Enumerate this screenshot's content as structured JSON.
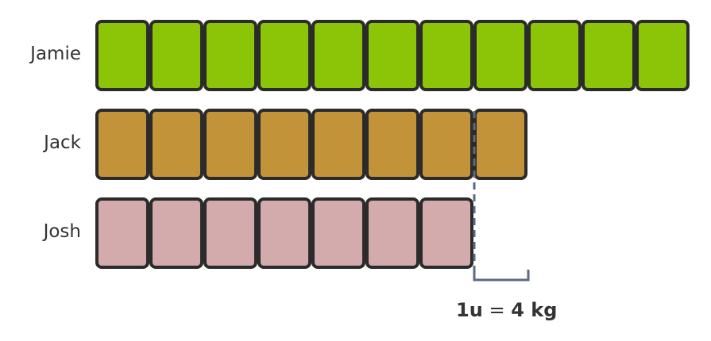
{
  "rows": [
    {
      "name": "Jamie",
      "units": 11,
      "color": "#8cc507"
    },
    {
      "name": "Jack",
      "units": 8,
      "color": "#c29339"
    },
    {
      "name": "Josh",
      "units": 7,
      "color": "#d3abad"
    }
  ],
  "difference_units": 1,
  "caption": {
    "unit": "1u",
    "equals": "=",
    "value": "4 kg"
  },
  "colors": {
    "outline": "#2b2b2b",
    "marker": "#5a6a84",
    "text": "#333333"
  }
}
